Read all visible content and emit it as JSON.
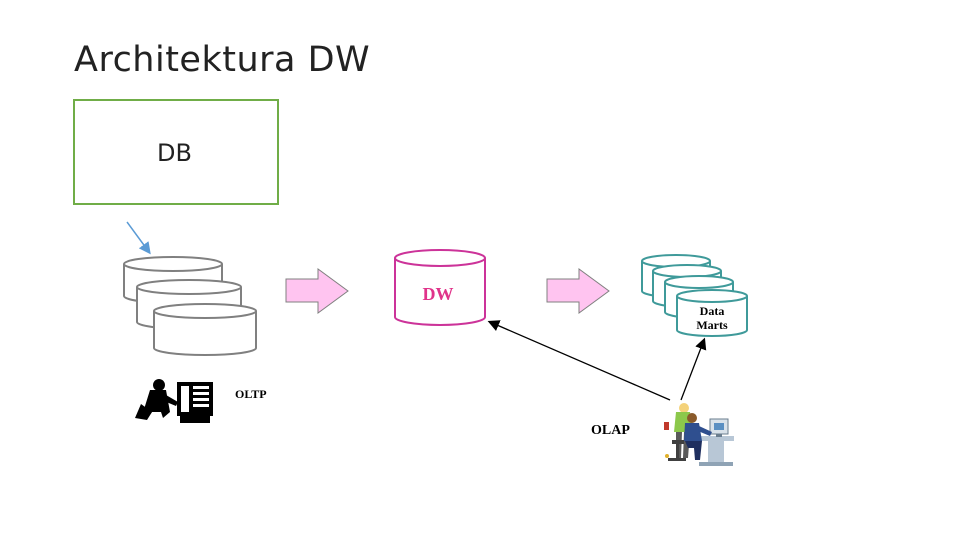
{
  "slide": {
    "title": "Architektura DW"
  },
  "db_box": {
    "label": "DB"
  },
  "nodes": {
    "dw_label": "DW",
    "data_marts_line1": "Data",
    "data_marts_line2": "Marts",
    "oltp_label": "OLTP",
    "olap_label": "OLAP"
  },
  "colors": {
    "db_box_border": "#70ad47",
    "dw_cylinder": "#cc3399",
    "dw_text": "#e0338a",
    "data_marts_cylinder": "#3f9a9a",
    "flow_arrow_fill": "#ffc4f0",
    "pointer_arrow": "#5b9bd5"
  },
  "icons": {
    "oltp": "office-worker-with-computer-icon",
    "olap": "analysts-at-workstation-icon"
  }
}
